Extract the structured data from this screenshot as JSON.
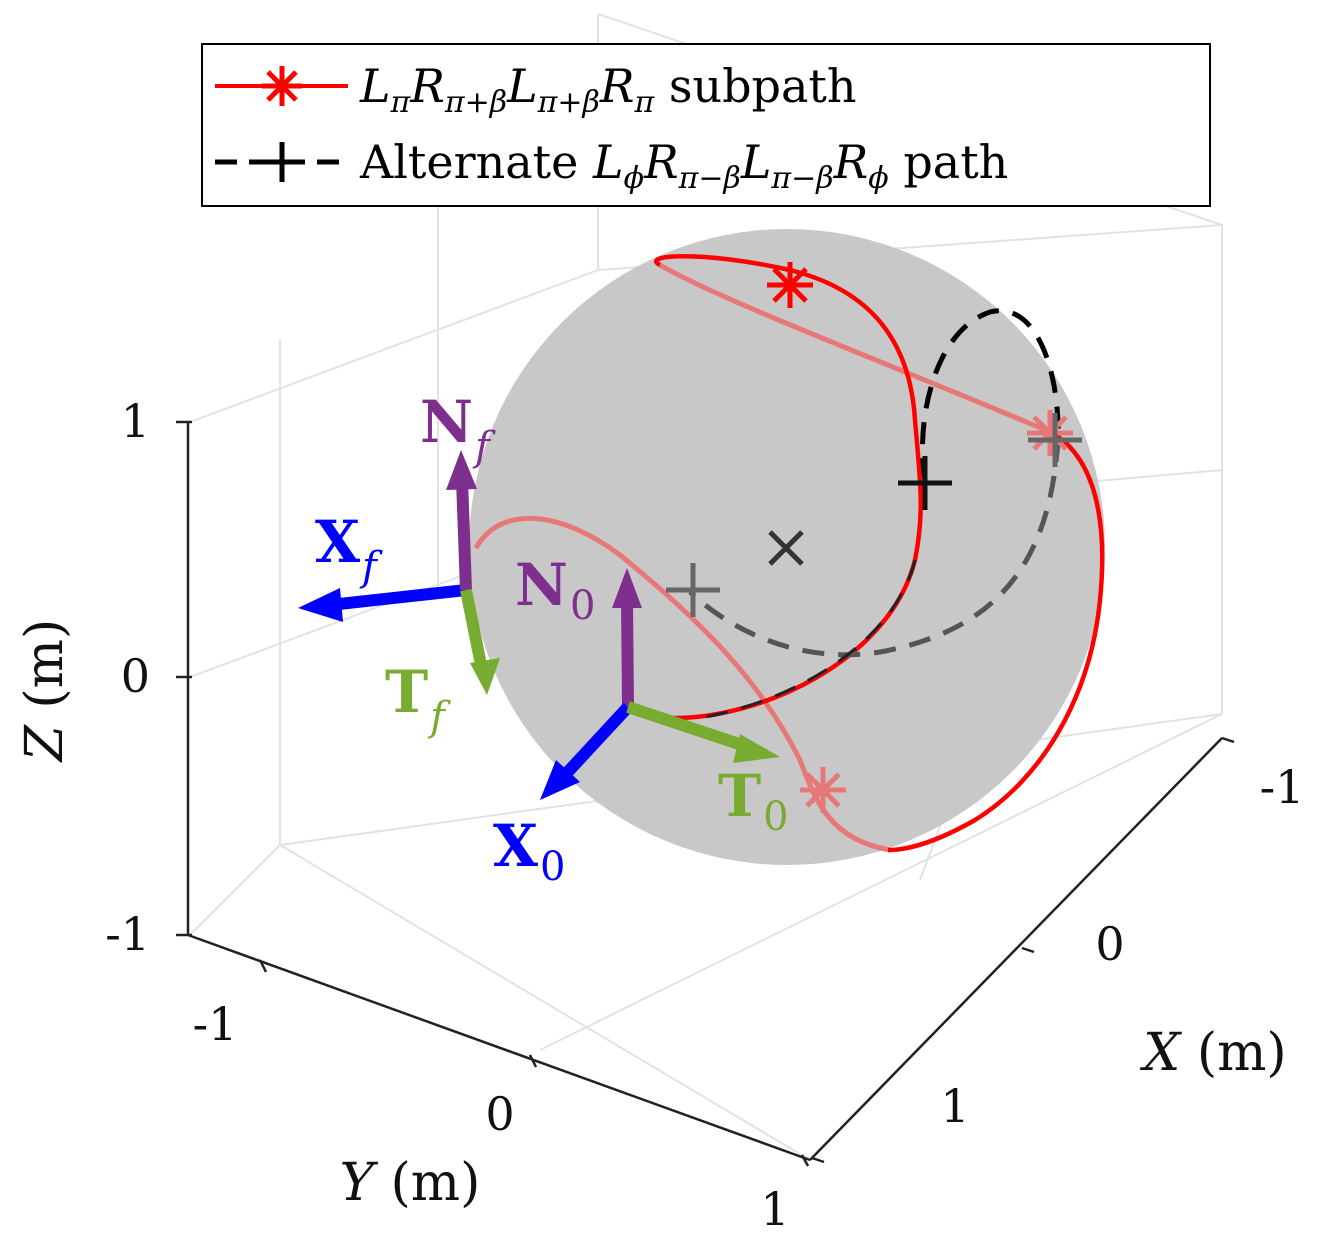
{
  "axes": {
    "z_label": "Z",
    "z_unit": "(m)",
    "y_label": "Y",
    "y_unit": "(m)",
    "x_label": "X",
    "x_unit": "(m)",
    "z_ticks": [
      "1",
      "0",
      "-1"
    ],
    "y_ticks": [
      "-1",
      "0",
      "1"
    ],
    "x_ticks": [
      "-1",
      "0",
      "1"
    ]
  },
  "legend": {
    "entry1": {
      "parts": [
        "L",
        "π",
        "R",
        "π+β",
        "L",
        "π+β",
        "R",
        "π"
      ],
      "suffix": "subpath",
      "color": "#ff0000",
      "marker": "asterisk"
    },
    "entry2": {
      "prefix": "Alternate",
      "parts": [
        "L",
        "ϕ",
        "R",
        "π−β",
        "L",
        "π−β",
        "R",
        "ϕ"
      ],
      "suffix": "path",
      "color": "#000000",
      "marker": "plus"
    },
    "placement": "top"
  },
  "frame_vectors": {
    "N_f": {
      "letter": "N",
      "sub": "f",
      "color": "#7e2f8e"
    },
    "X_f": {
      "letter": "X",
      "sub": "f",
      "color": "#0000ff"
    },
    "T_f": {
      "letter": "T",
      "sub": "f",
      "color": "#77ac30"
    },
    "N_0": {
      "letter": "N",
      "sub": "0",
      "color": "#7e2f8e"
    },
    "X_0": {
      "letter": "X",
      "sub": "0",
      "color": "#0000ff"
    },
    "T_0": {
      "letter": "T",
      "sub": "0",
      "color": "#77ac30"
    }
  },
  "colors": {
    "sphere": "#c8c8c8",
    "subpath": "#ff0000",
    "alternate_path": "#000000",
    "grid": "#e0e0e0",
    "axis": "#222222"
  },
  "grid": true
}
